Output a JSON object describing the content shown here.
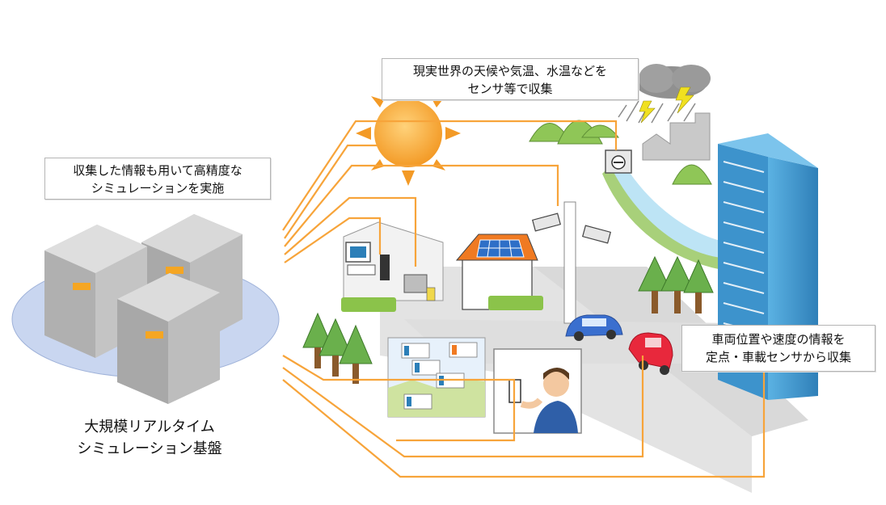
{
  "callouts": {
    "sensor_collection": [
      "現実世界の天候や気温、水温などを",
      "センサ等で収集"
    ],
    "simulation": [
      "収集した情報も用いて高精度な",
      "シミュレーションを実施"
    ],
    "vehicle": [
      "車両位置や速度の情報を",
      "定点・車載センサから収集"
    ]
  },
  "platform": {
    "label": [
      "大規模リアルタイム",
      "シミュレーション基盤"
    ]
  },
  "colors": {
    "connector": "#f7a43a",
    "building_blue": "#4aa3d6",
    "river": "#bde4f5",
    "tree": "#6ab04c",
    "server_gray": "#cfcfcf",
    "badge_orange": "#f5a623",
    "platform_disc": "#c9d6f0"
  }
}
